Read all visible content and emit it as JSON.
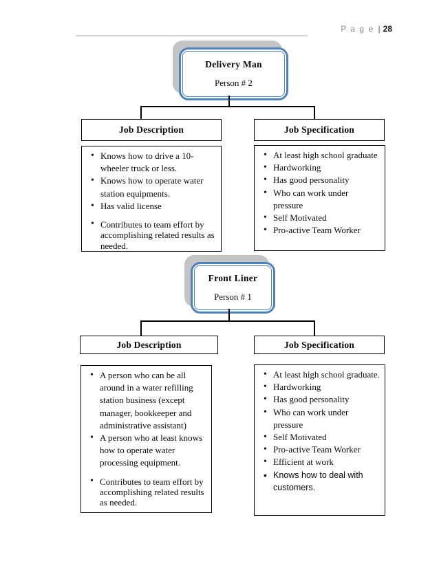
{
  "page": {
    "header": {
      "page_word": "P a g e",
      "separator": "|",
      "page_number": "28"
    }
  },
  "sections": [
    {
      "title": "Delivery Man",
      "subtitle": "Person # 2",
      "job_description_header": "Job Description",
      "job_specification_header": "Job Specification",
      "job_description": [
        {
          "text": "Knows how to drive a 10-wheeler truck or less.",
          "style": ""
        },
        {
          "text": "Knows how to operate water station equipments.",
          "style": ""
        },
        {
          "text": "Has valid license",
          "style": ""
        },
        {
          "text": "Contributes to team effort by accomplishing related results as needed.",
          "style": "tight gap"
        }
      ],
      "job_specification": [
        {
          "text": "At least high school graduate",
          "style": ""
        },
        {
          "text": "Hardworking",
          "style": ""
        },
        {
          "text": "Has good personality",
          "style": ""
        },
        {
          "text": "Who can work under pressure",
          "style": ""
        },
        {
          "text": "Self Motivated",
          "style": ""
        },
        {
          "text": "Pro-active Team Worker",
          "style": ""
        }
      ]
    },
    {
      "title": "Front Liner",
      "subtitle": "Person # 1",
      "job_description_header": "Job Description",
      "job_specification_header": "Job Specification",
      "job_description": [
        {
          "text": "A person who can be all around in a water refilling station business (except manager, bookkeeper and administrative assistant)",
          "style": ""
        },
        {
          "text": "A person who at least knows how to operate water processing equipment.",
          "style": ""
        },
        {
          "text": "Contributes to team effort by accomplishing related results as needed.",
          "style": "tight gap"
        }
      ],
      "job_specification": [
        {
          "text": "At least high school graduate.",
          "style": ""
        },
        {
          "text": "Hardworking",
          "style": ""
        },
        {
          "text": "Has good personality",
          "style": ""
        },
        {
          "text": "Who can work under pressure",
          "style": ""
        },
        {
          "text": "Self Motivated",
          "style": ""
        },
        {
          "text": "Pro-active Team Worker",
          "style": ""
        },
        {
          "text": "Efficient at work",
          "style": ""
        },
        {
          "text": "Knows how to deal with customers.",
          "style": "sans"
        }
      ]
    }
  ],
  "colors": {
    "accent_blue": "#4f81bd",
    "shadow_gray": "#c4c4c4",
    "header_rule": "#d5d5d5",
    "header_text_gray": "#8a8a8a"
  }
}
